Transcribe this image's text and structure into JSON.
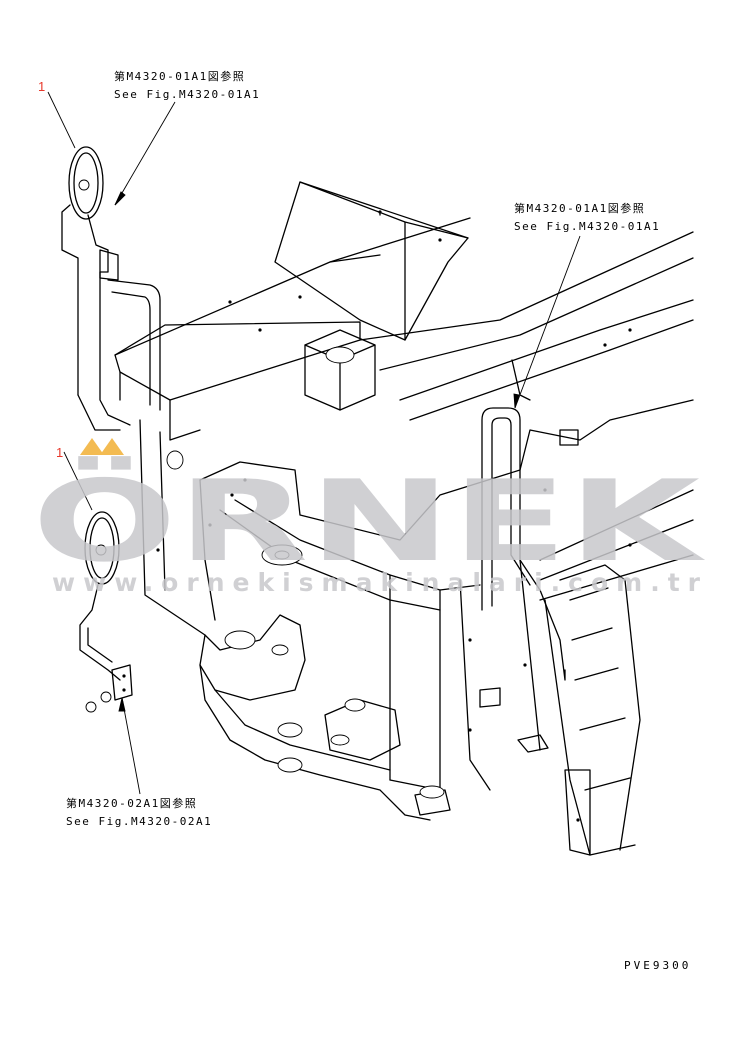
{
  "callouts": [
    {
      "number": "1",
      "color": "#e8382b"
    },
    {
      "number": "1",
      "color": "#e8382b"
    }
  ],
  "references": [
    {
      "ja": "第M4320-01A1図参照",
      "en": "See Fig.M4320-01A1"
    },
    {
      "ja": "第M4320-01A1図参照",
      "en": "See Fig.M4320-01A1"
    },
    {
      "ja": "第M4320-02A1図参照",
      "en": "See Fig.M4320-02A1"
    }
  ],
  "watermark": {
    "brand": "ÖRNEK",
    "url": "www.ornekismakinalari.com.tr",
    "accent_color": "#f2b035",
    "text_color": "#c8c8cc"
  },
  "drawing_code": "PVE9300"
}
